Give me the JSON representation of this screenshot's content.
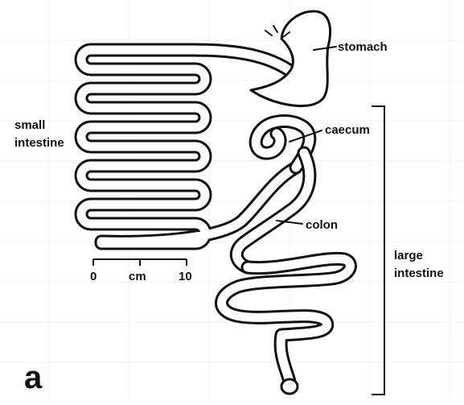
{
  "figure": {
    "panel_label": "a",
    "labels": {
      "stomach": "stomach",
      "caecum": "caecum",
      "colon": "colon",
      "small_intestine": [
        "small",
        "intestine"
      ],
      "large_intestine": [
        "large",
        "intestine"
      ]
    },
    "scale_bar": {
      "ticks": [
        "0",
        "cm",
        "10"
      ]
    }
  }
}
